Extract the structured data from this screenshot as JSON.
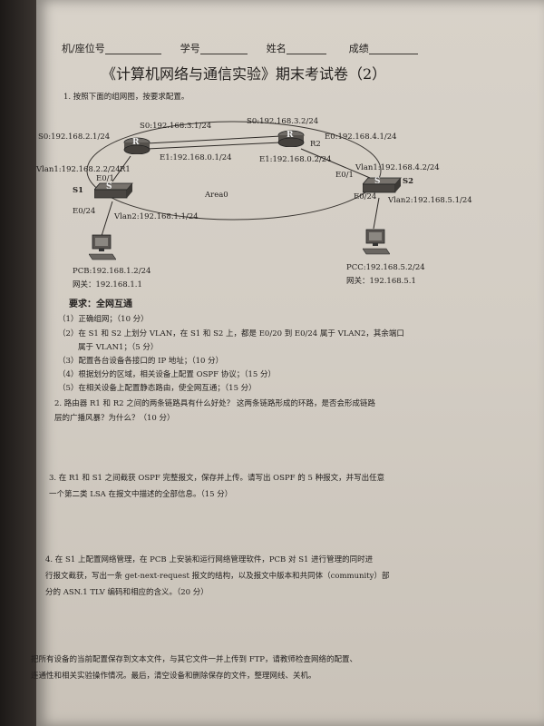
{
  "header": {
    "field_seat": "机/座位号",
    "field_id": "学号",
    "field_name": "姓名",
    "field_score": "成绩"
  },
  "exam_title": "《计算机网络与通信实验》期末考试卷（2）",
  "q1": {
    "prompt": "1. 按照下面的组网图，按要求配置。",
    "requirement_heading": "要求：全网互通",
    "items": [
      "（1）正确组网；（10 分）",
      "（2）在 S1 和 S2 上划分 VLAN，在 S1 和 S2 上，都是 E0/20 到 E0/24 属于 VLAN2，其余端口",
      "属于 VLAN1；（5 分）",
      "（3）配置各台设备各接口的 IP 地址；（10 分）",
      "（4）根据划分的区域，相关设备上配置 OSPF 协议；（15 分）",
      "（5）在相关设备上配置静态路由，使全网互通；（15 分）"
    ]
  },
  "diagram": {
    "r1_s0_left": "S0:192.168.2.1/24",
    "r1_s0": "S0:192.168.3.1/24",
    "r2_s0": "S0:192.168.3.2/24",
    "r2_e0": "E0:192.168.4.1/24",
    "r1_e1": "E1:192.168.0.1/24",
    "r2_e1": "E1:192.168.0.2/24",
    "r1_label": "R1",
    "r2_label": "R2",
    "router_glyph": "R",
    "switch_glyph": "S",
    "s1_vlan1": "Vlan1:192.168.2.2/24",
    "s1_e01": "E0/1",
    "s1_label": "S1",
    "s1_e024": "E0/24",
    "s1_vlan2": "Vlan2:192.168.1.1/24",
    "area0": "Area0",
    "s2_e01": "E0/1",
    "s2_vlan1": "Vlan1:192.168.4.2/24",
    "s2_label": "S2",
    "s2_e024": "E0/24",
    "s2_vlan2": "Vlan2:192.168.5.1/24",
    "pcb_ip": "PCB:192.168.1.2/24",
    "pcb_gw": "网关：192.168.1.1",
    "pcc_ip": "PCC:192.168.5.2/24",
    "pcc_gw": "网关：192.168.5.1"
  },
  "q2": {
    "line1": "2. 路由器 R1 和 R2 之间的两条链路具有什么好处？ 这两条链路形成的环路，是否会形成链路",
    "line2": "层的广播风暴？为什么？（10 分）"
  },
  "q3": {
    "line1": "3. 在 R1 和 S1 之间截获 OSPF 完整报文，保存并上传。请写出 OSPF 的 5 种报文，并写出任意",
    "line2": "一个第二类 LSA 在报文中描述的全部信息。（15 分）"
  },
  "q4": {
    "line1": "4. 在 S1 上配置网络管理，在 PCB 上安装和运行网络管理软件，PCB 对 S1 进行管理的同时进",
    "line2": "行报文截获，写出一条 get-next-request 报文的结构，以及报文中版本和共同体（community）部",
    "line3": "分的 ASN.1 TLV 编码和相应的含义。（20 分）"
  },
  "q5": {
    "line1": "把所有设备的当前配置保存到文本文件，与其它文件一并上传到 FTP，请教师检查网络的配置、",
    "line2": "连通性和相关实验操作情况。最后，清空设备和删除保存的文件，整理网线、关机。"
  }
}
